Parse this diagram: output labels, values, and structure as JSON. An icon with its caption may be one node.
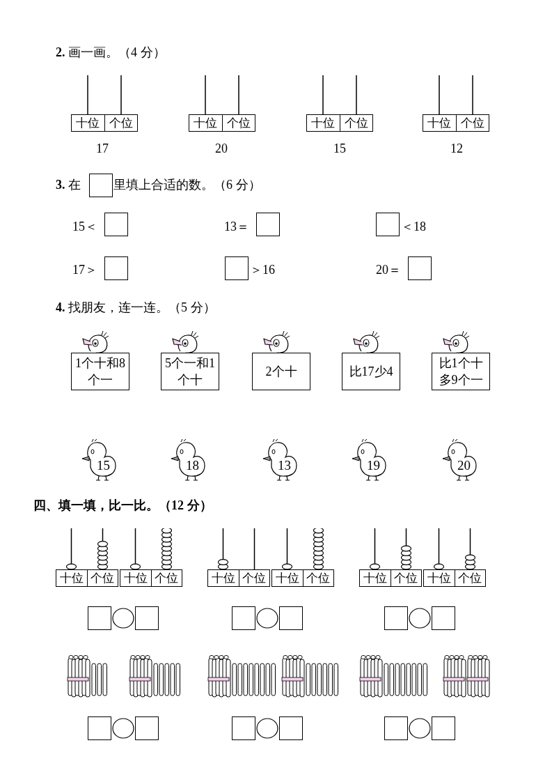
{
  "diagram": {
    "nodes": [
      {
        "text": [
          "1个十和8个一"
        ]
      },
      {
        "text": [
          "5个一和1个十"
        ]
      },
      {
        "text": [
          "2个十"
        ]
      },
      {
        "text": [
          "比17少4"
        ]
      },
      {
        "text": [
          "比1个十多9个一"
        ]
      },
      {
        "text": [
          "15"
        ]
      },
      {
        "text": [
          "18"
        ]
      },
      {
        "text": [
          "13"
        ]
      },
      {
        "text": [
          "19"
        ]
      },
      {
        "text": [
          "20"
        ]
      }
    ],
    "edges": [],
    "labels": [
      "**2.** 画一画。（4 分）",
      "十位",
      "个位",
      "十位",
      "个位",
      "十位",
      "个位",
      "十位",
      "个位",
      "17",
      "20",
      "15",
      "12",
      "**3.** 在",
      "里填上合适的数。（6 分）",
      "15＜",
      "13＝",
      "＜18",
      "17＞",
      "＞16",
      "20＝",
      "**4.** 找朋友，连一连。（5 分）",
      "四、填一填，比一比。（12 分）",
      "十位",
      "个位",
      "十位",
      "个位",
      "十位",
      "个位",
      "十位",
      "个位",
      "十位",
      "个位",
      "十位",
      "个位"
    ]
  }
}
